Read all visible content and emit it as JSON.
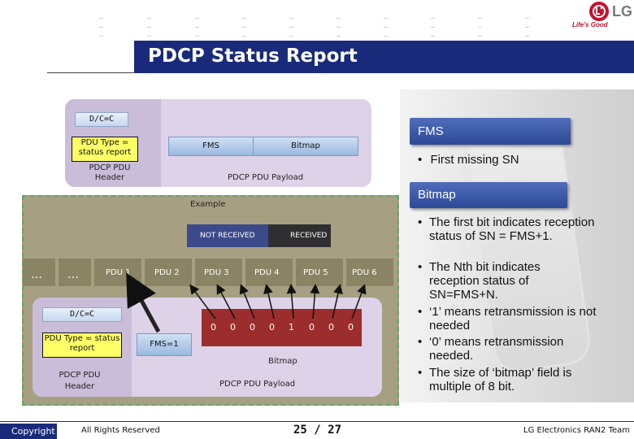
{
  "title": "PDCP Status Report",
  "logo": {
    "brand": "LG",
    "tagline": "Life's Good"
  },
  "top_diagram": {
    "dc_label": "D/C=C",
    "pdu_type": "PDU Type = status report",
    "fms": "FMS",
    "bitmap": "Bitmap",
    "header": "PDCP PDU Header",
    "payload": "PDCP PDU Payload"
  },
  "example": {
    "label": "Example",
    "not_received": "NOT RECEIVED",
    "received": "RECEIVED",
    "ellipsis1": "…",
    "ellipsis2": "…",
    "pdus": [
      "PDU 1",
      "PDU 2",
      "PDU 3",
      "PDU 4",
      "PDU 5",
      "PDU 6"
    ],
    "bits": [
      "0",
      "0",
      "0",
      "0",
      "1",
      "0",
      "0",
      "0"
    ],
    "dc_label": "D/C=C",
    "pdu_type": "PDU Type = status report",
    "fms": "FMS=1",
    "bitmap": "Bitmap",
    "header": "PDCP PDU Header",
    "payload": "PDCP PDU Payload"
  },
  "panel": {
    "fms_heading": "FMS",
    "fms_bullets": [
      "First missing SN"
    ],
    "bitmap_heading": "Bitmap",
    "bitmap_bullets": [
      "The first bit indicates reception status of SN = FMS+1.",
      "The Nth bit indicates reception status of SN=FMS+N.",
      "‘1’ means retransmission is not needed",
      "‘0’ means retransmission needed.",
      "The size of ‘bitmap’ field is multiple of 8 bit."
    ],
    "bullet_char": "•"
  },
  "footer": {
    "copyright": "Copyright",
    "rights": "All Rights Reserved",
    "page": "25 / 27",
    "team": "LG Electronics RAN2 Team"
  },
  "colors": {
    "title_bar": "#1a2a7a",
    "lavender": "#ddd2e8",
    "example_bg": "#a79f82",
    "bitmap_red": "#9b2d2d",
    "panel_blue": "#3a57a8",
    "logo_red": "#c8102e"
  },
  "icons": [
    "lg-logo-icon",
    "arrow-icon"
  ]
}
